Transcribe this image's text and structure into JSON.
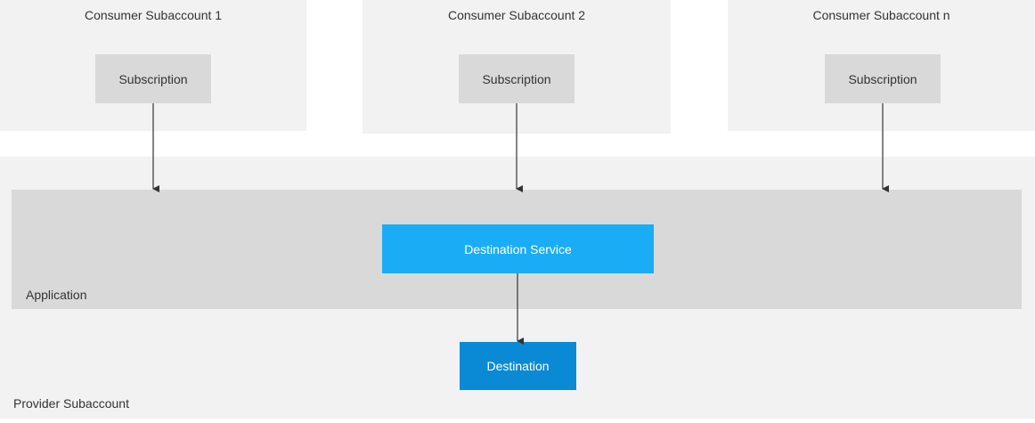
{
  "consumers": [
    {
      "title": "Consumer Subaccount 1",
      "subscription": "Subscription"
    },
    {
      "title": "Consumer Subaccount 2",
      "subscription": "Subscription"
    },
    {
      "title": "Consumer Subaccount n",
      "subscription": "Subscription"
    }
  ],
  "provider": {
    "label": "Provider Subaccount"
  },
  "application": {
    "label": "Application"
  },
  "destination_service": {
    "label": "Destination Service"
  },
  "destination": {
    "label": "Destination"
  },
  "colors": {
    "container": "#f2f2f2",
    "box": "#d9d9d9",
    "destination_service": "#1aadf5",
    "destination": "#0a8ad4",
    "arrow": "#333333"
  }
}
